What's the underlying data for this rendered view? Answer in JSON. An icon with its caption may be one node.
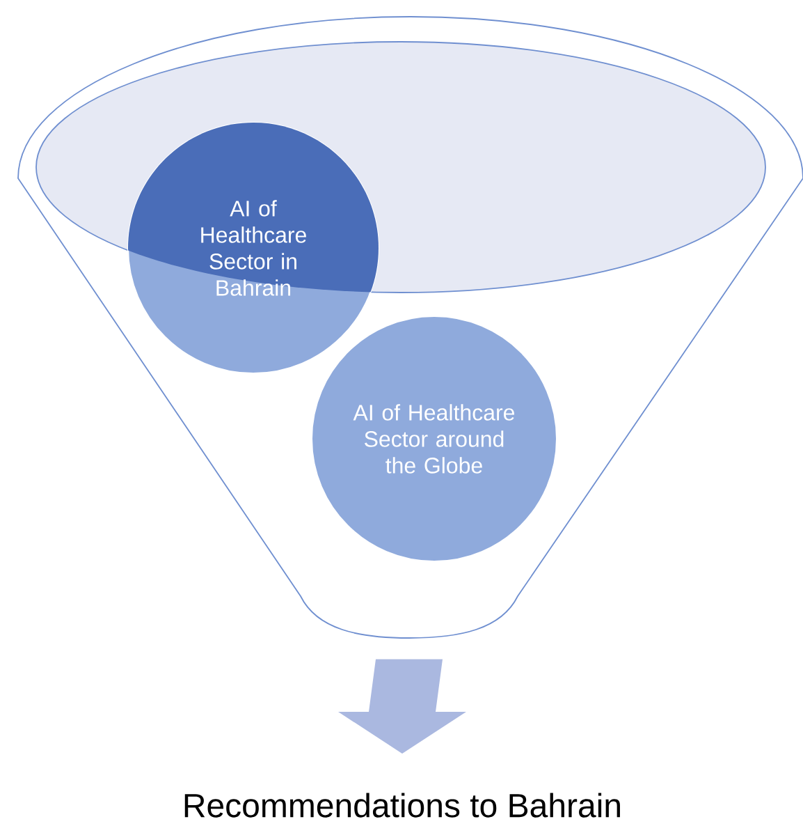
{
  "diagram": {
    "nodes": [
      {
        "text": [],
        "shape": "funnel"
      },
      {
        "text": [
          "AI of Healthcare Sector in Bahrain"
        ],
        "in": 0
      },
      {
        "text": [
          "AI of Healthcare Sector around the Globe"
        ],
        "in": 0
      },
      {
        "text": [
          "Recommendations to Bahrain"
        ]
      }
    ],
    "edges": [
      {
        "from": 0,
        "to": 3,
        "arrow": "to",
        "style": "thick"
      }
    ]
  }
}
